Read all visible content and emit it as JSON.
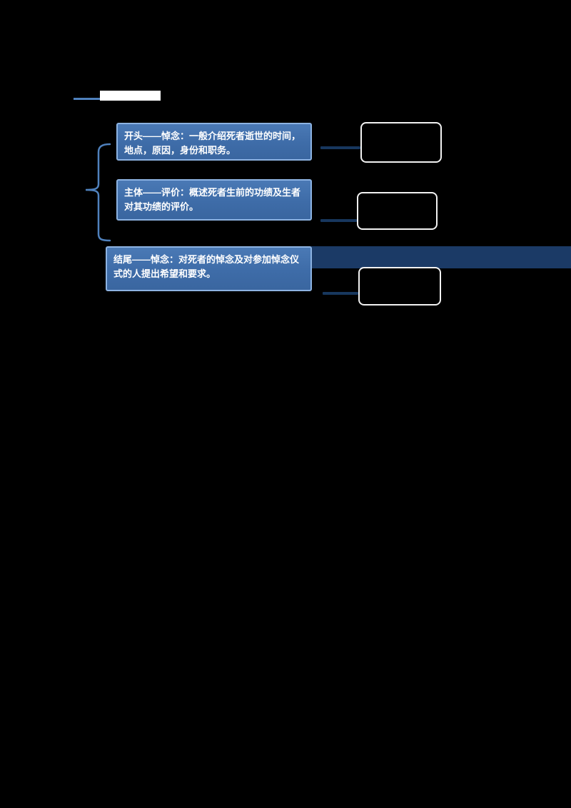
{
  "colors": {
    "background": "#000000",
    "accent": "#4f81bd",
    "node_fill": "#3e6ca8",
    "node_border": "#8db3e2",
    "band": "#1b3a66",
    "connector": "#17375e",
    "answer_border": "#f2f2f2",
    "text": "#ffffff"
  },
  "nodes": [
    {
      "id": "opening",
      "label": "开头——悼念：一般介绍死者逝世的时间，地点，原因，身份和职务。"
    },
    {
      "id": "body",
      "label": "主体——评价：概述死者生前的功绩及生者对其功绩的评价。"
    },
    {
      "id": "ending",
      "label": "结尾——悼念：对死者的悼念及对参加悼念仪式的人提出希望和要求。"
    }
  ],
  "answer_boxes": [
    {
      "label": ""
    },
    {
      "label": ""
    },
    {
      "label": ""
    }
  ]
}
